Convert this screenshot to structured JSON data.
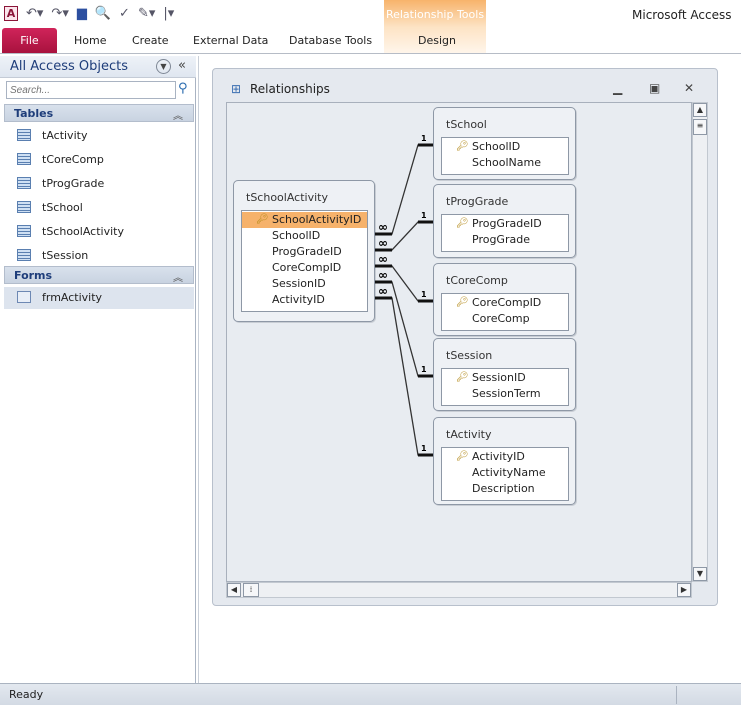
{
  "app": {
    "title": "Microsoft Access",
    "logo": "A",
    "context_tab": "Relationship Tools"
  },
  "ribbon": {
    "tabs": [
      "File",
      "Home",
      "Create",
      "External Data",
      "Database Tools",
      "Design"
    ]
  },
  "nav": {
    "title": "All Access Objects",
    "search_placeholder": "Search...",
    "groups": [
      {
        "label": "Tables",
        "items": [
          "tActivity",
          "tCoreComp",
          "tProgGrade",
          "tSchool",
          "tSchoolActivity",
          "tSession"
        ]
      },
      {
        "label": "Forms",
        "items": [
          "frmActivity"
        ]
      }
    ]
  },
  "window": {
    "title": "Relationships"
  },
  "tables": [
    {
      "name": "tSchoolActivity",
      "fields": [
        "SchoolActivityID",
        "SchoolID",
        "ProgGradeID",
        "CoreCompID",
        "SessionID",
        "ActivityID"
      ],
      "key": 0,
      "selected": 0
    },
    {
      "name": "tSchool",
      "fields": [
        "SchoolID",
        "SchoolName"
      ],
      "key": 0
    },
    {
      "name": "tProgGrade",
      "fields": [
        "ProgGradeID",
        "ProgGrade"
      ],
      "key": 0
    },
    {
      "name": "tCoreComp",
      "fields": [
        "CoreCompID",
        "CoreComp"
      ],
      "key": 0
    },
    {
      "name": "tSession",
      "fields": [
        "SessionID",
        "SessionTerm"
      ],
      "key": 0
    },
    {
      "name": "tActivity",
      "fields": [
        "ActivityID",
        "ActivityName",
        "Description"
      ],
      "key": 0
    }
  ],
  "relationships": [
    {
      "from": "tSchoolActivity.SchoolID",
      "to": "tSchool.SchoolID",
      "many": "∞",
      "one": "1"
    },
    {
      "from": "tSchoolActivity.ProgGradeID",
      "to": "tProgGrade.ProgGradeID",
      "many": "∞",
      "one": "1"
    },
    {
      "from": "tSchoolActivity.CoreCompID",
      "to": "tCoreComp.CoreCompID",
      "many": "∞",
      "one": "1"
    },
    {
      "from": "tSchoolActivity.SessionID",
      "to": "tSession.SessionID",
      "many": "∞",
      "one": "1"
    },
    {
      "from": "tSchoolActivity.ActivityID",
      "to": "tActivity.ActivityID",
      "many": "∞",
      "one": "1"
    }
  ],
  "status": {
    "text": "Ready"
  }
}
